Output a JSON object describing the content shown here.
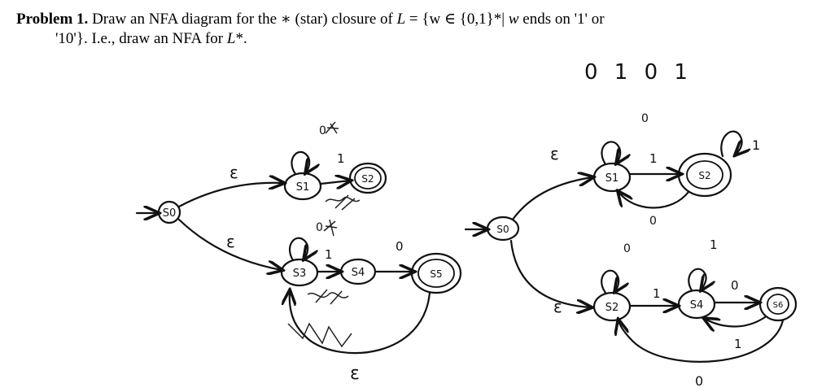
{
  "problem": {
    "heading": "Problem 1.",
    "sentence_a": "Draw an NFA diagram for the",
    "star_symbol": "∗",
    "sentence_b": "(star) closure of",
    "lang_var": "L",
    "set_open": " = {w ∈ {",
    "set_alphabet": "0,1",
    "set_close": "}*| ",
    "w_var": "w",
    "ends_text": " ends on '1' or",
    "line2_a": "'10'}. I.e., draw an NFA for ",
    "line2_var": "L",
    "line2_end": "*."
  },
  "annotation": {
    "top_sequence": "0 1 0 1"
  },
  "left_nfa": {
    "states": [
      {
        "id": "s0",
        "label": "S0",
        "accepting": false
      },
      {
        "id": "s1",
        "label": "S1",
        "accepting": false
      },
      {
        "id": "s2",
        "label": "S2",
        "accepting": true
      },
      {
        "id": "s3",
        "label": "S3",
        "accepting": false
      },
      {
        "id": "s4",
        "label": "S4",
        "accepting": false
      },
      {
        "id": "s5",
        "label": "S5",
        "accepting": true
      }
    ],
    "labels": {
      "eps_upper": "ε",
      "eps_lower": "ε",
      "s1_loop": "0",
      "s1_to_s2": "1",
      "s3_loop": "0",
      "s3_to_s4": "1",
      "s4_to_s5": "0",
      "s5_back_eps": "ε"
    }
  },
  "right_nfa": {
    "states": [
      {
        "id": "s0",
        "label": "S0",
        "accepting": false
      },
      {
        "id": "s1",
        "label": "S1",
        "accepting": false
      },
      {
        "id": "s2",
        "label": "S2",
        "accepting": true
      },
      {
        "id": "s2b",
        "label": "S2",
        "accepting": false
      },
      {
        "id": "s4",
        "label": "S4",
        "accepting": false
      },
      {
        "id": "s6",
        "label": "S6",
        "accepting": true
      }
    ],
    "labels": {
      "eps_upper": "ε",
      "eps_lower": "ε",
      "s1_loop": "0",
      "s1_to_s2": "1",
      "s2_loop": "1",
      "s2_to_s1": "0",
      "s2b_loop": "0",
      "s2b_to_s4": "1",
      "s4_loop": "1",
      "s4_to_s6": "0",
      "s6_to_s4": "1",
      "s6_to_s2b": "0"
    }
  }
}
